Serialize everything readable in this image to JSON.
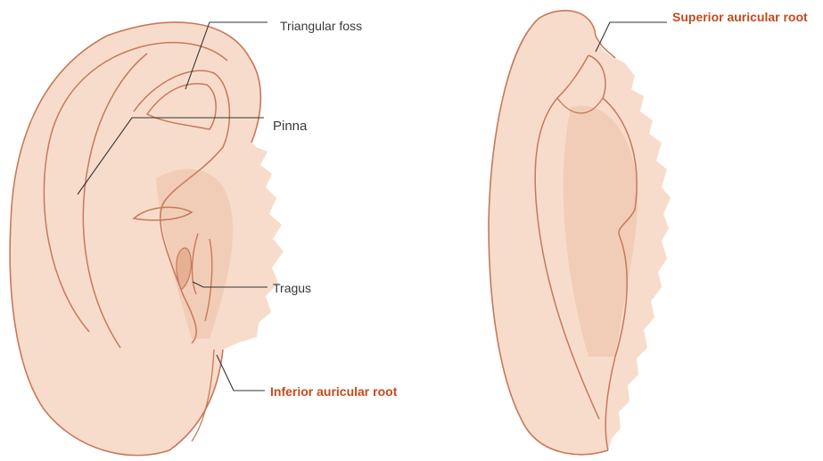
{
  "labels": {
    "triangular_foss": "Triangular foss",
    "pinna": "Pinna",
    "tragus": "Tragus",
    "inferior_auricular_root": "Inferior auricular root",
    "superior_auricular_root": "Superior auricular root"
  },
  "colors": {
    "skin": "#f7dccb",
    "skin_shadow": "#f1cdb7",
    "outline": "#c8785a",
    "leader_line": "#333333",
    "accent_label": "#c44a1c",
    "plain_label": "#3a3a3a"
  }
}
